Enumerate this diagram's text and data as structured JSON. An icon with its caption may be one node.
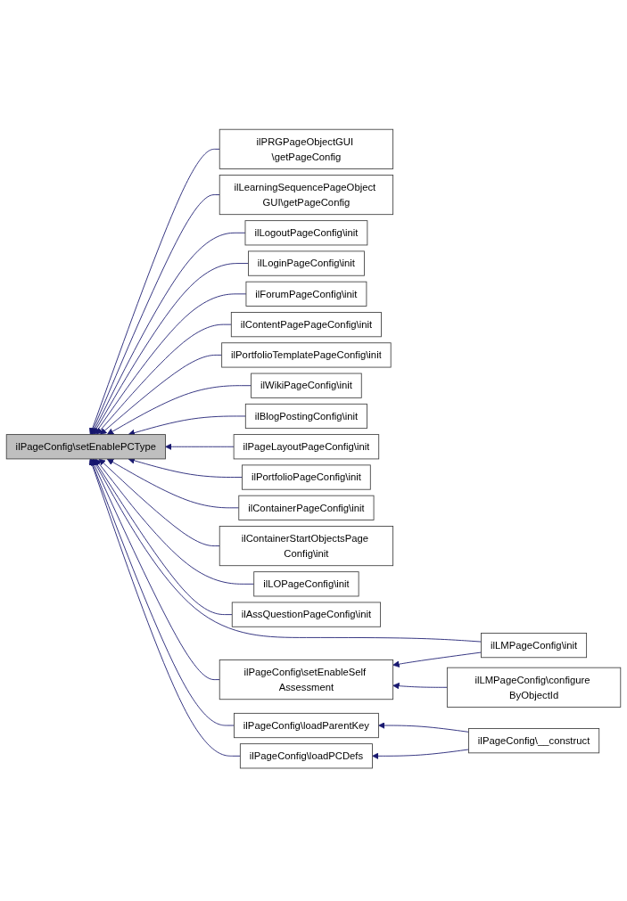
{
  "diagram": {
    "nodes": [
      {
        "text": [
          "ilPageConfig\\setEnablePCType"
        ]
      },
      {
        "text": [
          "ilPRGPageObjectGUI \\getPageConfig"
        ]
      },
      {
        "text": [
          "ilLearningSequencePageObject GUI\\getPageConfig"
        ]
      },
      {
        "text": [
          "ilLogoutPageConfig\\init"
        ]
      },
      {
        "text": [
          "ilLoginPageConfig\\init"
        ]
      },
      {
        "text": [
          "ilForumPageConfig\\init"
        ]
      },
      {
        "text": [
          "ilContentPagePageConfig\\init"
        ]
      },
      {
        "text": [
          "ilPortfolioTemplatePageConfig\\init"
        ]
      },
      {
        "text": [
          "ilWikiPageConfig\\init"
        ]
      },
      {
        "text": [
          "ilBlogPostingConfig\\init"
        ]
      },
      {
        "text": [
          "ilPageLayoutPageConfig\\init"
        ]
      },
      {
        "text": [
          "ilPortfolioPageConfig\\init"
        ]
      },
      {
        "text": [
          "ilContainerPageConfig\\init"
        ]
      },
      {
        "text": [
          "ilContainerStartObjectsPage Config\\init"
        ]
      },
      {
        "text": [
          "ilLOPageConfig\\init"
        ]
      },
      {
        "text": [
          "ilAssQuestionPageConfig\\init"
        ]
      },
      {
        "text": [
          "ilPageConfig\\setEnableSelf Assessment"
        ]
      },
      {
        "text": [
          "ilPageConfig\\loadParentKey"
        ]
      },
      {
        "text": [
          "ilPageConfig\\loadPCDefs"
        ]
      },
      {
        "text": [
          "ilLMPageConfig\\init"
        ]
      },
      {
        "text": [
          "ilLMPageConfig\\configure ByObjectId"
        ]
      },
      {
        "text": [
          "ilPageConfig\\__construct"
        ]
      }
    ],
    "edges": [
      {
        "from": 1,
        "to": 0,
        "arrow": "to"
      },
      {
        "from": 2,
        "to": 0,
        "arrow": "to"
      },
      {
        "from": 3,
        "to": 0,
        "arrow": "to"
      },
      {
        "from": 4,
        "to": 0,
        "arrow": "to"
      },
      {
        "from": 5,
        "to": 0,
        "arrow": "to"
      },
      {
        "from": 6,
        "to": 0,
        "arrow": "to"
      },
      {
        "from": 7,
        "to": 0,
        "arrow": "to"
      },
      {
        "from": 8,
        "to": 0,
        "arrow": "to"
      },
      {
        "from": 9,
        "to": 0,
        "arrow": "to"
      },
      {
        "from": 10,
        "to": 0,
        "arrow": "to"
      },
      {
        "from": 11,
        "to": 0,
        "arrow": "to"
      },
      {
        "from": 12,
        "to": 0,
        "arrow": "to"
      },
      {
        "from": 13,
        "to": 0,
        "arrow": "to"
      },
      {
        "from": 14,
        "to": 0,
        "arrow": "to"
      },
      {
        "from": 15,
        "to": 0,
        "arrow": "to"
      },
      {
        "from": 19,
        "to": 0,
        "arrow": "to"
      },
      {
        "from": 16,
        "to": 0,
        "arrow": "to"
      },
      {
        "from": 17,
        "to": 0,
        "arrow": "to"
      },
      {
        "from": 18,
        "to": 0,
        "arrow": "to"
      },
      {
        "from": 19,
        "to": 16,
        "arrow": "to"
      },
      {
        "from": 20,
        "to": 16,
        "arrow": "to"
      },
      {
        "from": 21,
        "to": 17,
        "arrow": "to"
      },
      {
        "from": 21,
        "to": 18,
        "arrow": "to"
      }
    ]
  }
}
